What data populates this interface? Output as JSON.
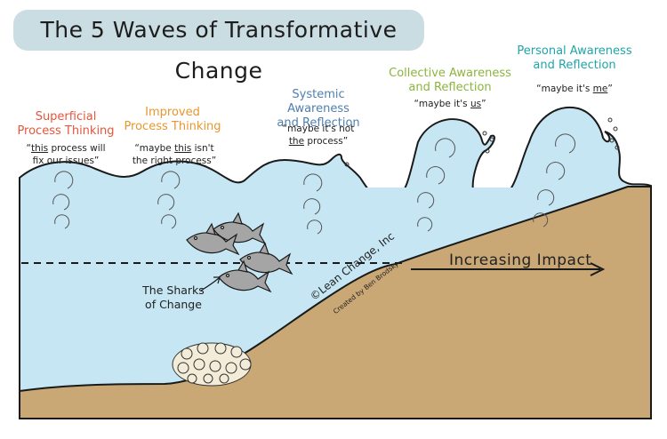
{
  "title": "The 5 Waves of Transformative Change",
  "waves": [
    {
      "label_lines": [
        "Superficial",
        "Process Thinking"
      ],
      "quote_before": "“",
      "quote_emph": "this",
      "quote_after": " process will",
      "quote_line2": "fix our issues”",
      "color": "#e7553a"
    },
    {
      "label_lines": [
        "Improved",
        "Process Thinking"
      ],
      "quote_before": "“maybe ",
      "quote_emph": "this",
      "quote_after": " isn't",
      "quote_line2": "the right process”",
      "color": "#e9962e"
    },
    {
      "label_lines": [
        "Systemic Awareness",
        "and Reflection"
      ],
      "quote_before": "“maybe it's not",
      "quote_emph": "the",
      "quote_after": " process”",
      "quote_line2": "",
      "color": "#4f7fb0"
    },
    {
      "label_lines": [
        "Collective Awareness",
        "and Reflection"
      ],
      "quote_before": "“maybe it's ",
      "quote_emph": "us",
      "quote_after": "”",
      "quote_line2": "",
      "color": "#8cb33f"
    },
    {
      "label_lines": [
        "Personal Awareness",
        "and Reflection"
      ],
      "quote_before": "“maybe it's ",
      "quote_emph": "me",
      "quote_after": "”",
      "quote_line2": "",
      "color": "#1fa5a8"
    }
  ],
  "impact_label": "Increasing Impact",
  "sharks_label_lines": [
    "The Sharks",
    "of Change"
  ],
  "credit": "©Lean Change, Inc",
  "credit_sub": "Created by Ben Brodsky",
  "colors": {
    "water": "#c5e6f2",
    "ground": "#caa876",
    "title_bg": "#c9dde3",
    "shark": "#a5a5a5"
  }
}
